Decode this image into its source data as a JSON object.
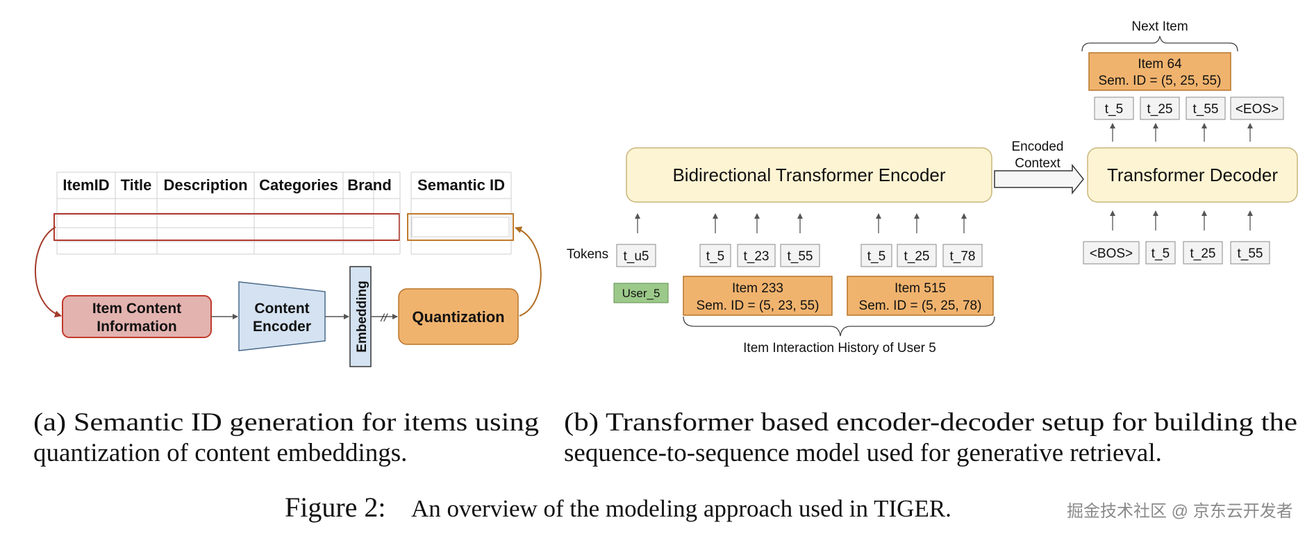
{
  "part_a": {
    "table_headers": [
      "ItemID",
      "Title",
      "Description",
      "Categories",
      "Brand"
    ],
    "semantic_id_header": "Semantic ID",
    "item_content_line1": "Item Content",
    "item_content_line2": "Information",
    "encoder_line1": "Content",
    "encoder_line2": "Encoder",
    "embedding": "Embedding",
    "stop_mark": "//",
    "quantization": "Quantization"
  },
  "part_b": {
    "encoder": "Bidirectional Transformer Encoder",
    "decoder": "Transformer Decoder",
    "encoded_context_line1": "Encoded",
    "encoded_context_line2": "Context",
    "tokens_label": "Tokens",
    "user_token": "t_u5",
    "user_label": "User_5",
    "item233_tokens": [
      "t_5",
      "t_23",
      "t_55"
    ],
    "item515_tokens": [
      "t_5",
      "t_25",
      "t_78"
    ],
    "item233_line1": "Item 233",
    "item233_line2": "Sem. ID = (5, 23, 55)",
    "item515_line1": "Item 515",
    "item515_line2": "Sem. ID = (5, 25, 78)",
    "history_label": "Item Interaction History of User 5",
    "decoder_inputs": [
      "<BOS>",
      "t_5",
      "t_25",
      "t_55"
    ],
    "decoder_outputs": [
      "t_5",
      "t_25",
      "t_55",
      "<EOS>"
    ],
    "next_item_label": "Next Item",
    "item64_line1": "Item 64",
    "item64_line2": "Sem. ID = (5, 25, 55)"
  },
  "captions": {
    "a_line1": "(a) Semantic ID generation for items using",
    "a_line2": "quantization of content embeddings.",
    "b_line1": "(b) Transformer based encoder-decoder setup for building the",
    "b_line2": "sequence-to-sequence model used for generative retrieval.",
    "figure_label": "Figure 2:",
    "figure_text": "An overview of the modeling approach used in TIGER.",
    "watermark": "掘金技术社区 @ 京东云开发者"
  },
  "colors": {
    "red_fill": "#e3b3b0",
    "red_stroke": "#c0392b",
    "blue_fill": "#d4e2f1",
    "orange_fill": "#f0b36e",
    "orange_stroke": "#b8752a",
    "cream_fill": "#fdf4d3",
    "green_fill": "#9cc98a",
    "token_fill": "#f3f3f3"
  }
}
